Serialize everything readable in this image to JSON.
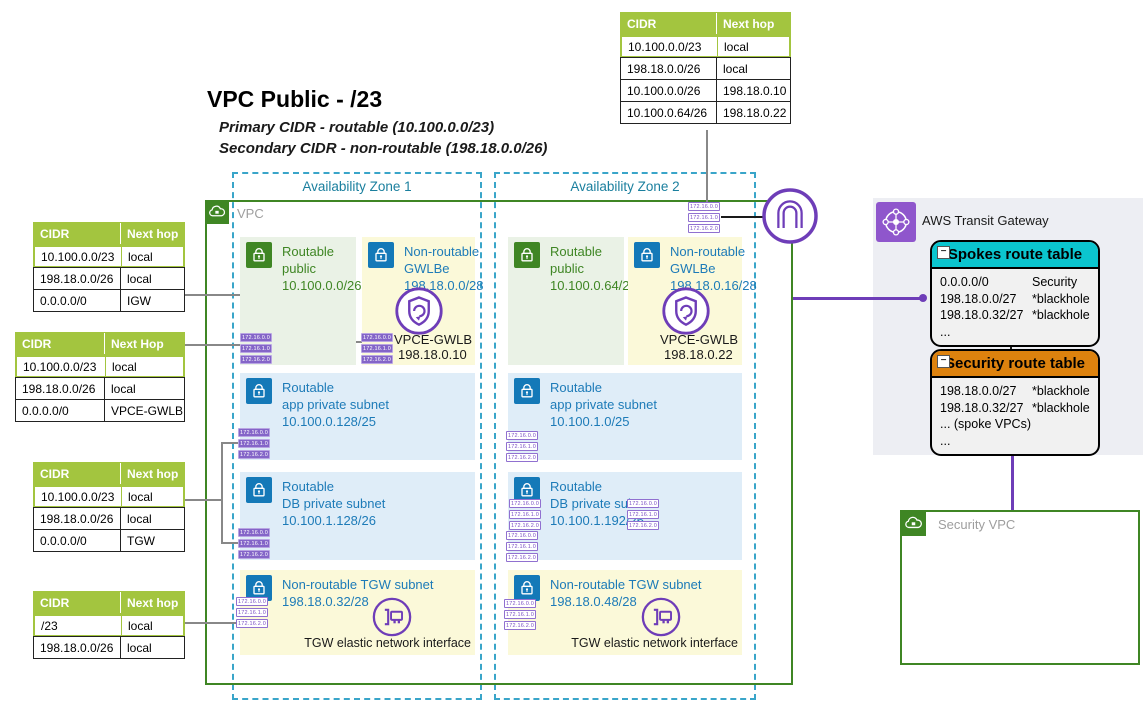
{
  "title": {
    "heading": "VPC Public - /23",
    "sub1": "Primary CIDR - routable (10.100.0.0/23)",
    "sub2": "Secondary CIDR - non-routable (198.18.0.0/26)"
  },
  "tables": {
    "igw_ingress": {
      "headers": [
        "CIDR",
        "Next hop"
      ],
      "rows": [
        [
          "10.100.0.0/23",
          "local"
        ],
        [
          "198.18.0.0/26",
          "local"
        ],
        [
          "10.100.0.0/26",
          "198.18.0.10"
        ],
        [
          "10.100.0.64/26",
          "198.18.0.22"
        ]
      ]
    },
    "gwlbe_subnet": {
      "headers": [
        "CIDR",
        "Next hop"
      ],
      "rows": [
        [
          "10.100.0.0/23",
          "local"
        ],
        [
          "198.18.0.0/26",
          "local"
        ],
        [
          "0.0.0.0/0",
          "IGW"
        ]
      ]
    },
    "public_subnet": {
      "headers": [
        "CIDR",
        "Next Hop"
      ],
      "rows": [
        [
          "10.100.0.0/23",
          "local"
        ],
        [
          "198.18.0.0/26",
          "local"
        ],
        [
          "0.0.0.0/0",
          "VPCE-GWLB"
        ]
      ]
    },
    "private_subnets": {
      "headers": [
        "CIDR",
        "Next hop"
      ],
      "rows": [
        [
          "10.100.0.0/23",
          "local"
        ],
        [
          "198.18.0.0/26",
          "local"
        ],
        [
          "0.0.0.0/0",
          "TGW"
        ]
      ]
    },
    "tgw_subnet": {
      "headers": [
        "CIDR",
        "Next hop"
      ],
      "rows": [
        [
          "/23",
          "local"
        ],
        [
          "198.18.0.0/26",
          "local"
        ]
      ]
    }
  },
  "vpc": {
    "label": "VPC"
  },
  "az1": {
    "label": "Availability Zone 1"
  },
  "az2": {
    "label": "Availability Zone 2"
  },
  "subnets": {
    "az1_public": {
      "lines": [
        "Routable",
        "public",
        "10.100.0.0/26"
      ]
    },
    "az1_gwlbe": {
      "lines": [
        "Non-routable",
        "GWLBe",
        "198.18.0.0/28"
      ],
      "endpoint": "VPCE-GWLB",
      "endpoint_ip": "198.18.0.10"
    },
    "az1_app": {
      "lines": [
        "Routable",
        "app private subnet",
        "10.100.0.128/25"
      ]
    },
    "az1_db": {
      "lines": [
        "Routable",
        "DB private subnet",
        "10.100.1.128/26"
      ]
    },
    "az1_tgw": {
      "lines": [
        "Non-routable TGW subnet",
        "198.18.0.32/28"
      ],
      "eni": "TGW elastic network interface"
    },
    "az2_public": {
      "lines": [
        "Routable",
        "public",
        "10.100.0.64/26"
      ]
    },
    "az2_gwlbe": {
      "lines": [
        "Non-routable",
        "GWLBe",
        "198.18.0.16/28"
      ],
      "endpoint": "VPCE-GWLB",
      "endpoint_ip": "198.18.0.22"
    },
    "az2_app": {
      "lines": [
        "Routable",
        "app private subnet",
        "10.100.1.0/25"
      ]
    },
    "az2_db": {
      "lines": [
        "Routable",
        "DB private subnet",
        "10.100.1.192/26"
      ]
    },
    "az2_tgw": {
      "lines": [
        "Non-routable TGW subnet",
        "198.18.0.48/28"
      ],
      "eni": "TGW elastic network interface"
    }
  },
  "eni_chips": [
    "172.16.0.0",
    "172.16.1.0",
    "172.16.2.0"
  ],
  "transit": {
    "label": "AWS Transit Gateway",
    "spokes_table": {
      "title": "Spokes route table",
      "collapse": "−",
      "rows": [
        {
          "route": "0.0.0.0/0",
          "target": "Security"
        },
        {
          "route": "198.18.0.0/27",
          "target": "*blackhole"
        },
        {
          "route": "198.18.0.32/27",
          "target": "*blackhole"
        },
        {
          "route": "...",
          "target": ""
        }
      ]
    },
    "security_table": {
      "title": "Security route table",
      "collapse": "−",
      "rows": [
        {
          "route": "198.18.0.0/27",
          "target": "*blackhole"
        },
        {
          "route": "198.18.0.32/27",
          "target": "*blackhole"
        },
        {
          "route": "... (spoke VPCs) ...",
          "target": ""
        }
      ]
    }
  },
  "security_vpc": {
    "label": "Security VPC"
  },
  "colors": {
    "vpc_green": "#3f8624",
    "subnet_blue": "#1d7bb8",
    "purple": "#6e3db8",
    "table_header_green": "#a3c53f",
    "spokes_header_teal": "#0bc5cf",
    "security_header_orange": "#dd820e"
  }
}
